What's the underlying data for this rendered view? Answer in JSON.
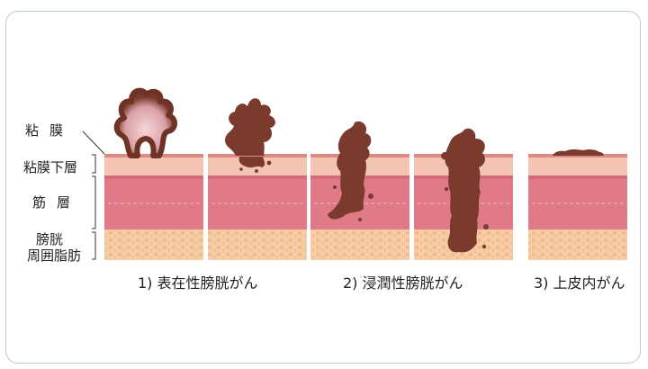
{
  "layer_labels": {
    "mucosa": "粘膜",
    "submucosa": "粘膜下層",
    "muscle": "筋層",
    "perivesical_fat_line1": "膀胱",
    "perivesical_fat_line2": "周囲脂肪"
  },
  "captions": {
    "superficial": "1) 表在性膀胱がん",
    "invasive": "2) 浸潤性膀胱がん",
    "cis": "3) 上皮内がん"
  },
  "colors": {
    "mucosa": "#dd8a86",
    "submucosa": "#f3c4b2",
    "muscle": "#e07a88",
    "fat": "#f5c9a0",
    "tumor": "#7a3b2c",
    "frame": "#b9c7de"
  }
}
